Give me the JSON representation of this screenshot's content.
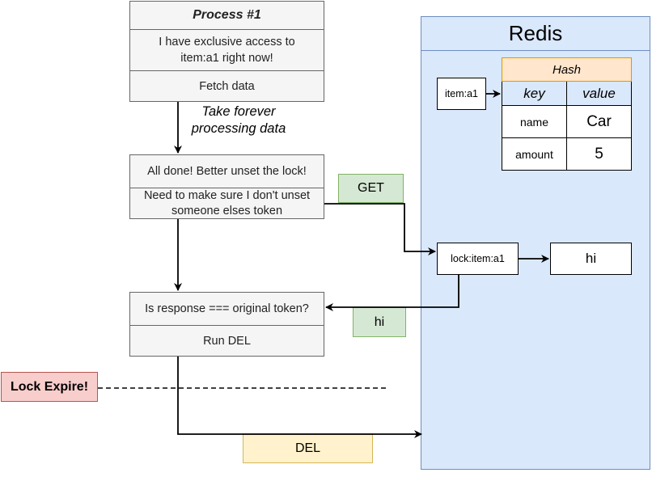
{
  "process": {
    "title": "Process #1",
    "line1": "I have exclusive access to",
    "line2": "item:a1 right now!",
    "fetch": "Fetch data"
  },
  "annotation": {
    "line1": "Take forever",
    "line2": "processing data"
  },
  "done_box": {
    "top": "All done!  Better unset the lock!",
    "line1": "Need to make sure I don't unset",
    "line2": "someone elses token"
  },
  "check_box": {
    "top": "Is response === original token?",
    "bottom": "Run DEL"
  },
  "tags": {
    "get": "GET",
    "hi_response": "hi",
    "del": "DEL",
    "lock_expire": "Lock Expire!"
  },
  "redis": {
    "title": "Redis",
    "item_key": "item:a1",
    "hash": {
      "title": "Hash",
      "headers": [
        "key",
        "value"
      ],
      "rows": [
        {
          "key": "name",
          "value": "Car"
        },
        {
          "key": "amount",
          "value": "5"
        }
      ]
    },
    "lock_key": "lock:item:a1",
    "lock_value": "hi"
  },
  "colors": {
    "redis_bg": "#dae8fc",
    "green": "#d5e8d4",
    "yellow": "#fff2cc",
    "red": "#f8cecc",
    "hash_header": "#ffe6cc"
  }
}
